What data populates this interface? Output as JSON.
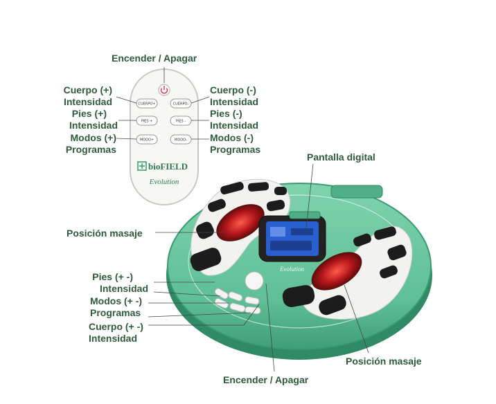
{
  "colors": {
    "device_green": "#5fbf97",
    "device_green_dark": "#3f9e78",
    "label_green": "#2e5a3c",
    "pad_black": "#1c1c1c",
    "red_glow": "#d8262a",
    "screen_blue": "#2a5fd0"
  },
  "remote": {
    "power_label": "Encender / Apagar",
    "left": {
      "body_plus": [
        "Cuerpo (+)",
        "Intensidad"
      ],
      "feet_plus": [
        "Pies (+)",
        "Intensidad"
      ],
      "mode_plus": [
        "Modos (+)",
        "Programas"
      ]
    },
    "right": {
      "body_minus": [
        "Cuerpo (-)",
        "Intensidad"
      ],
      "feet_minus": [
        "Pies (-)",
        "Intensidad"
      ],
      "mode_minus": [
        "Modos (-)",
        "Programas"
      ]
    },
    "buttons": {
      "body_plus": "CUERPO+",
      "body_minus": "CUERPO-",
      "feet_plus": "PIES +",
      "feet_minus": "PIES -",
      "mode_plus": "MODO+",
      "mode_minus": "MODO-"
    },
    "brand": "bioFIELD",
    "brand_sub": "Evolution"
  },
  "device": {
    "screen_label": "Pantalla digital",
    "massage_left_label": "Posición masaje",
    "massage_right_label": "Posición masaje",
    "feet_label": [
      "Pies (+ -)",
      "Intensidad"
    ],
    "modes_label": [
      "Modos (+ -)",
      "Programas"
    ],
    "body_label": [
      "Cuerpo (+ -)",
      "Intensidad"
    ],
    "power_label": "Encender / Apagar",
    "brand_sub": "Evolution"
  }
}
